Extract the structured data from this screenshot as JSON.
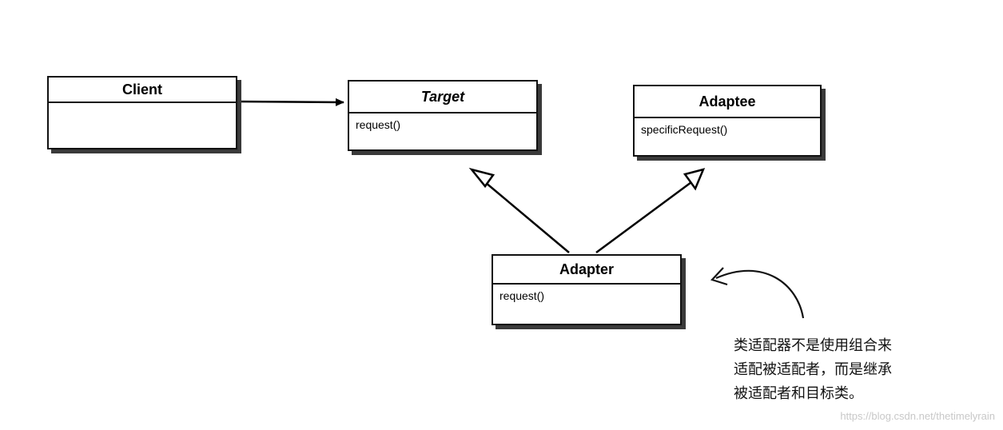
{
  "classes": {
    "client": {
      "name": "Client",
      "method": ""
    },
    "target": {
      "name": "Target",
      "method": "request()"
    },
    "adaptee": {
      "name": "Adaptee",
      "method": "specificRequest()"
    },
    "adapter": {
      "name": "Adapter",
      "method": "request()"
    }
  },
  "note": {
    "line1": "类适配器不是使用组合来",
    "line2": "适配被适配者，而是继承",
    "line3": "被适配者和目标类。"
  },
  "watermark": "https://blog.csdn.net/thetimelyrain"
}
